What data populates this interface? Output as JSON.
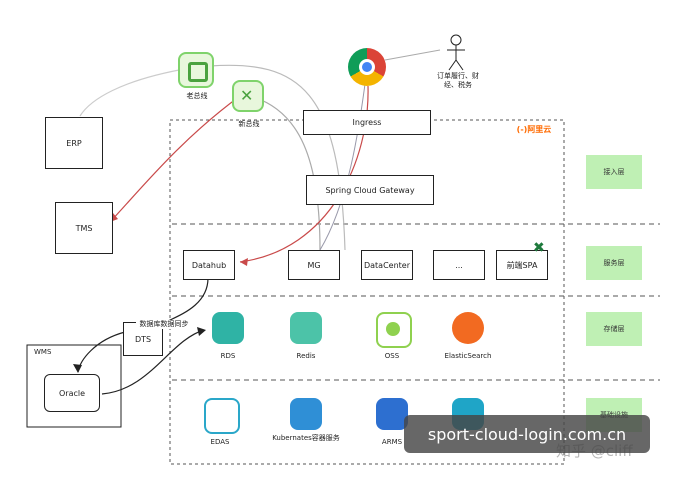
{
  "cloud": {
    "logo_text": "阿里云",
    "logo_bracket": "(-)"
  },
  "actors": {
    "browser_icon": "chrome-icon",
    "user_label": "订单履行、财经、税务"
  },
  "buses": {
    "old": "老总线",
    "new": "新总线"
  },
  "external": {
    "erp": "ERP",
    "tms": "TMS",
    "wms": "WMS",
    "oracle": "Oracle",
    "dts": "DTS",
    "sync_label": "数据库数据同步"
  },
  "gateway": {
    "ingress": "Ingress",
    "scg": "Spring Cloud Gateway"
  },
  "services": [
    "Datahub",
    "MG",
    "DataCenter",
    "...",
    "前端SPA"
  ],
  "storage": [
    {
      "label": "RDS",
      "icon": "rds-icon",
      "color": "#2fb3a5"
    },
    {
      "label": "Redis",
      "icon": "redis-icon",
      "color": "#4cc3a8"
    },
    {
      "label": "OSS",
      "icon": "oss-icon",
      "color": "#8fd14f"
    },
    {
      "label": "ElasticSearch",
      "icon": "elasticsearch-icon",
      "color": "#f26a21"
    }
  ],
  "platform": [
    {
      "label": "EDAS",
      "icon": "edas-icon",
      "color": "#2aa7c9"
    },
    {
      "label": "Kubernates容器服务",
      "icon": "kubernetes-icon",
      "color": "#2f8fd6"
    },
    {
      "label": "ARMS",
      "icon": "arms-icon",
      "color": "#2d6fd0"
    },
    {
      "label": "",
      "icon": "monitor-icon",
      "color": "#1fa5c7"
    }
  ],
  "layers": [
    "接入层",
    "服务层",
    "存储层",
    "基础设施"
  ],
  "watermark": "sport-cloud-login.com.cn",
  "watermark_secondary": "知乎 @cliff"
}
